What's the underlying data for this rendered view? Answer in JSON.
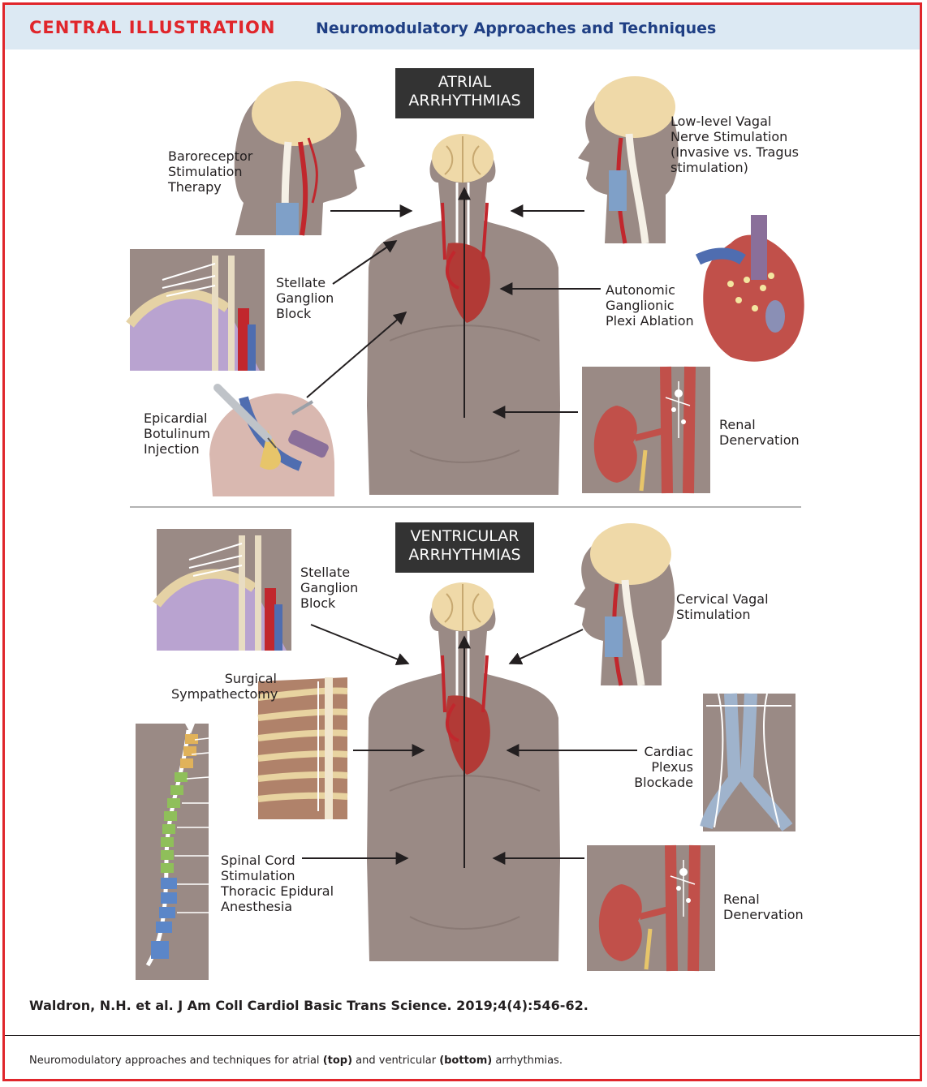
{
  "header": {
    "kicker": "CENTRAL ILLUSTRATION",
    "title": "Neuromodulatory Approaches and Techniques"
  },
  "top_panel": {
    "heading": [
      "ATRIAL",
      "ARRHYTHMIAS"
    ],
    "labels": {
      "baroreceptor": [
        "Baroreceptor",
        "Stimulation",
        "Therapy"
      ],
      "vagal_low_level": [
        "Low-level Vagal",
        "Nerve Stimulation",
        "(Invasive vs. Tragus",
        "stimulation)"
      ],
      "stellate": [
        "Stellate",
        "Ganglion",
        "Block"
      ],
      "autonomic": [
        "Autonomic",
        "Ganglionic",
        "Plexi Ablation"
      ],
      "botulinum": [
        "Epicardial",
        "Botulinum",
        "Injection"
      ],
      "renal": [
        "Renal",
        "Denervation"
      ]
    }
  },
  "bottom_panel": {
    "heading": [
      "VENTRICULAR",
      "ARRHYTHMIAS"
    ],
    "labels": {
      "stellate": [
        "Stellate",
        "Ganglion",
        "Block"
      ],
      "cervical_vagal": [
        "Cervical Vagal",
        "Stimulation"
      ],
      "sympathectomy": [
        "Surgical",
        "Sympathectomy"
      ],
      "cardiac_plexus": [
        "Cardiac",
        "Plexus",
        "Blockade"
      ],
      "spinal": [
        "Spinal Cord",
        "Stimulation",
        "Thoracic Epidural",
        "Anesthesia"
      ],
      "renal": [
        "Renal",
        "Denervation"
      ]
    }
  },
  "citation": "Waldron, N.H. et al. J Am Coll Cardiol Basic Trans Science. 2019;4(4):546-62.",
  "caption": {
    "before": "Neuromodulatory approaches and techniques for atrial ",
    "top": "(top)",
    "middle": " and ventricular ",
    "bottom": "(bottom)",
    "after": " arrhythmias."
  },
  "colors": {
    "frame": "#e0262b",
    "header_bg": "#dce9f3",
    "header_blue": "#1f3f84",
    "body_tone": "#9a8a85",
    "artery_red": "#c1272d",
    "brain": "#efd9a8"
  }
}
